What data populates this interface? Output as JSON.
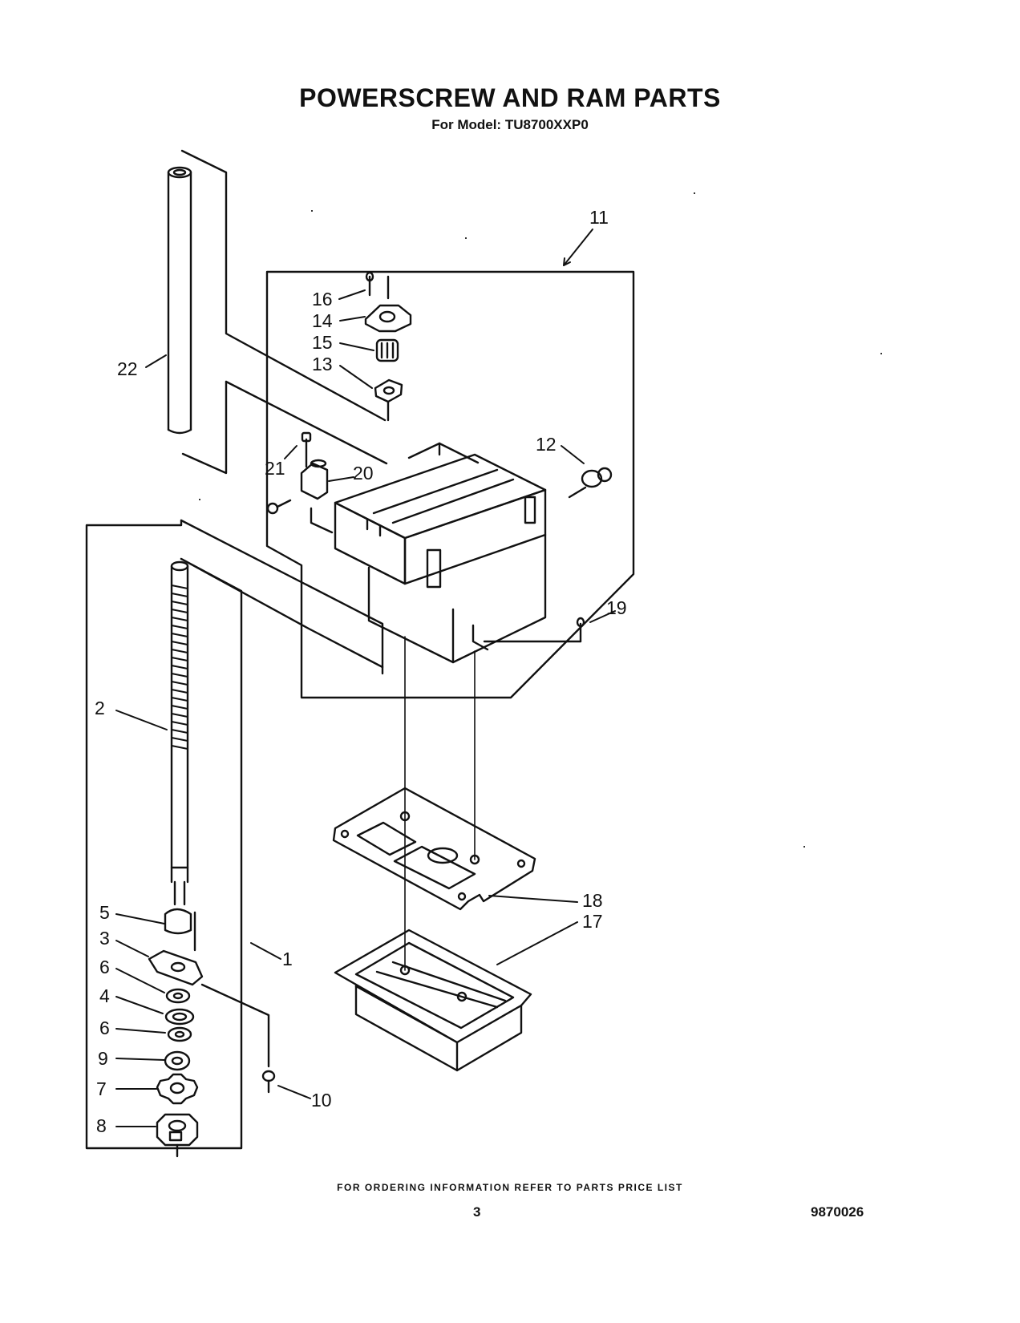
{
  "header": {
    "title": "POWERSCREW AND RAM PARTS",
    "model_line": "For Model: TU8700XXP0"
  },
  "callouts": [
    "11",
    "16",
    "14",
    "15",
    "13",
    "22",
    "12",
    "21",
    "20",
    "19",
    "2",
    "18",
    "17",
    "5",
    "3",
    "6",
    "4",
    "6",
    "9",
    "7",
    "8",
    "1",
    "10"
  ],
  "footer": {
    "order_note": "FOR ORDERING INFORMATION REFER TO PARTS PRICE LIST",
    "page_number": "3",
    "doc_number": "9870026"
  },
  "colors": {
    "ink": "#111111",
    "paper": "#ffffff"
  }
}
